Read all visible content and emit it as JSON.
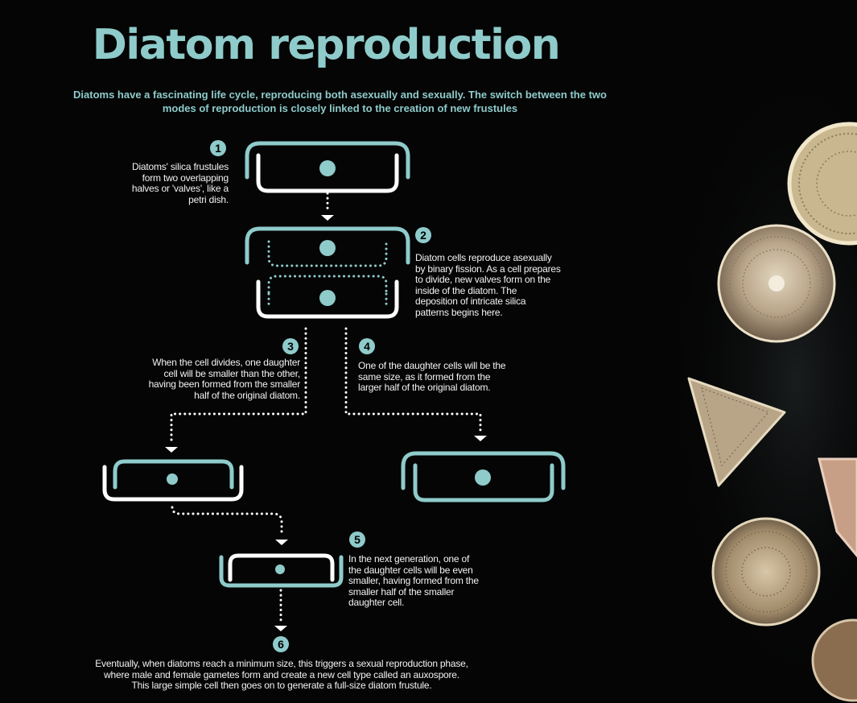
{
  "header": {
    "title": "Diatom reproduction",
    "subtitle": "Diatoms have a fascinating life cycle, reproducing both asexually and sexually. The switch between the two modes of reproduction is closely linked to the creation of new frustules"
  },
  "steps": [
    {
      "number": "1",
      "text": "Diatoms' silica frustules\nform two overlapping\nhalves or 'valves', like a\npetri dish."
    },
    {
      "number": "2",
      "text": "Diatom cells reproduce asexually\nby binary fission. As a cell prepares\nto divide, new valves form on the\ninside of the diatom. The\ndeposition of intricate silica\npatterns begins here."
    },
    {
      "number": "3",
      "text": "When the cell divides, one daughter\ncell will be smaller than the other,\nhaving been formed from the smaller\nhalf of the original diatom."
    },
    {
      "number": "4",
      "text": "One of the daughter cells will be the\nsame size, as it formed from the\nlarger half of the original diatom."
    },
    {
      "number": "5",
      "text": "In the next generation, one of\nthe daughter cells will be even\nsmaller, having formed from the\nsmaller half of the smaller\ndaughter cell."
    },
    {
      "number": "6",
      "text": "Eventually, when diatoms reach a minimum size, this triggers a sexual reproduction phase,\nwhere male and female gametes form and create a new cell type called an auxospore.\nThis large simple cell then goes on to generate a full-size diatom frustule."
    }
  ],
  "colors": {
    "accent": "#8fcbcb",
    "background": "#050505",
    "text": "#ffffff"
  }
}
